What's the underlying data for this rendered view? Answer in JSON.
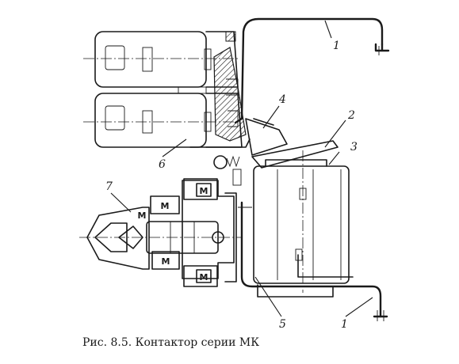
{
  "caption": "Рис. 8.5. Контактор серии МК",
  "labels": {
    "l1_top": "1",
    "l1_bottom": "1",
    "l2": "2",
    "l3": "3",
    "l4": "4",
    "l5": "5",
    "l6": "6",
    "l7": "7"
  },
  "coil_marks": [
    "М",
    "М",
    "М",
    "М",
    "М"
  ]
}
